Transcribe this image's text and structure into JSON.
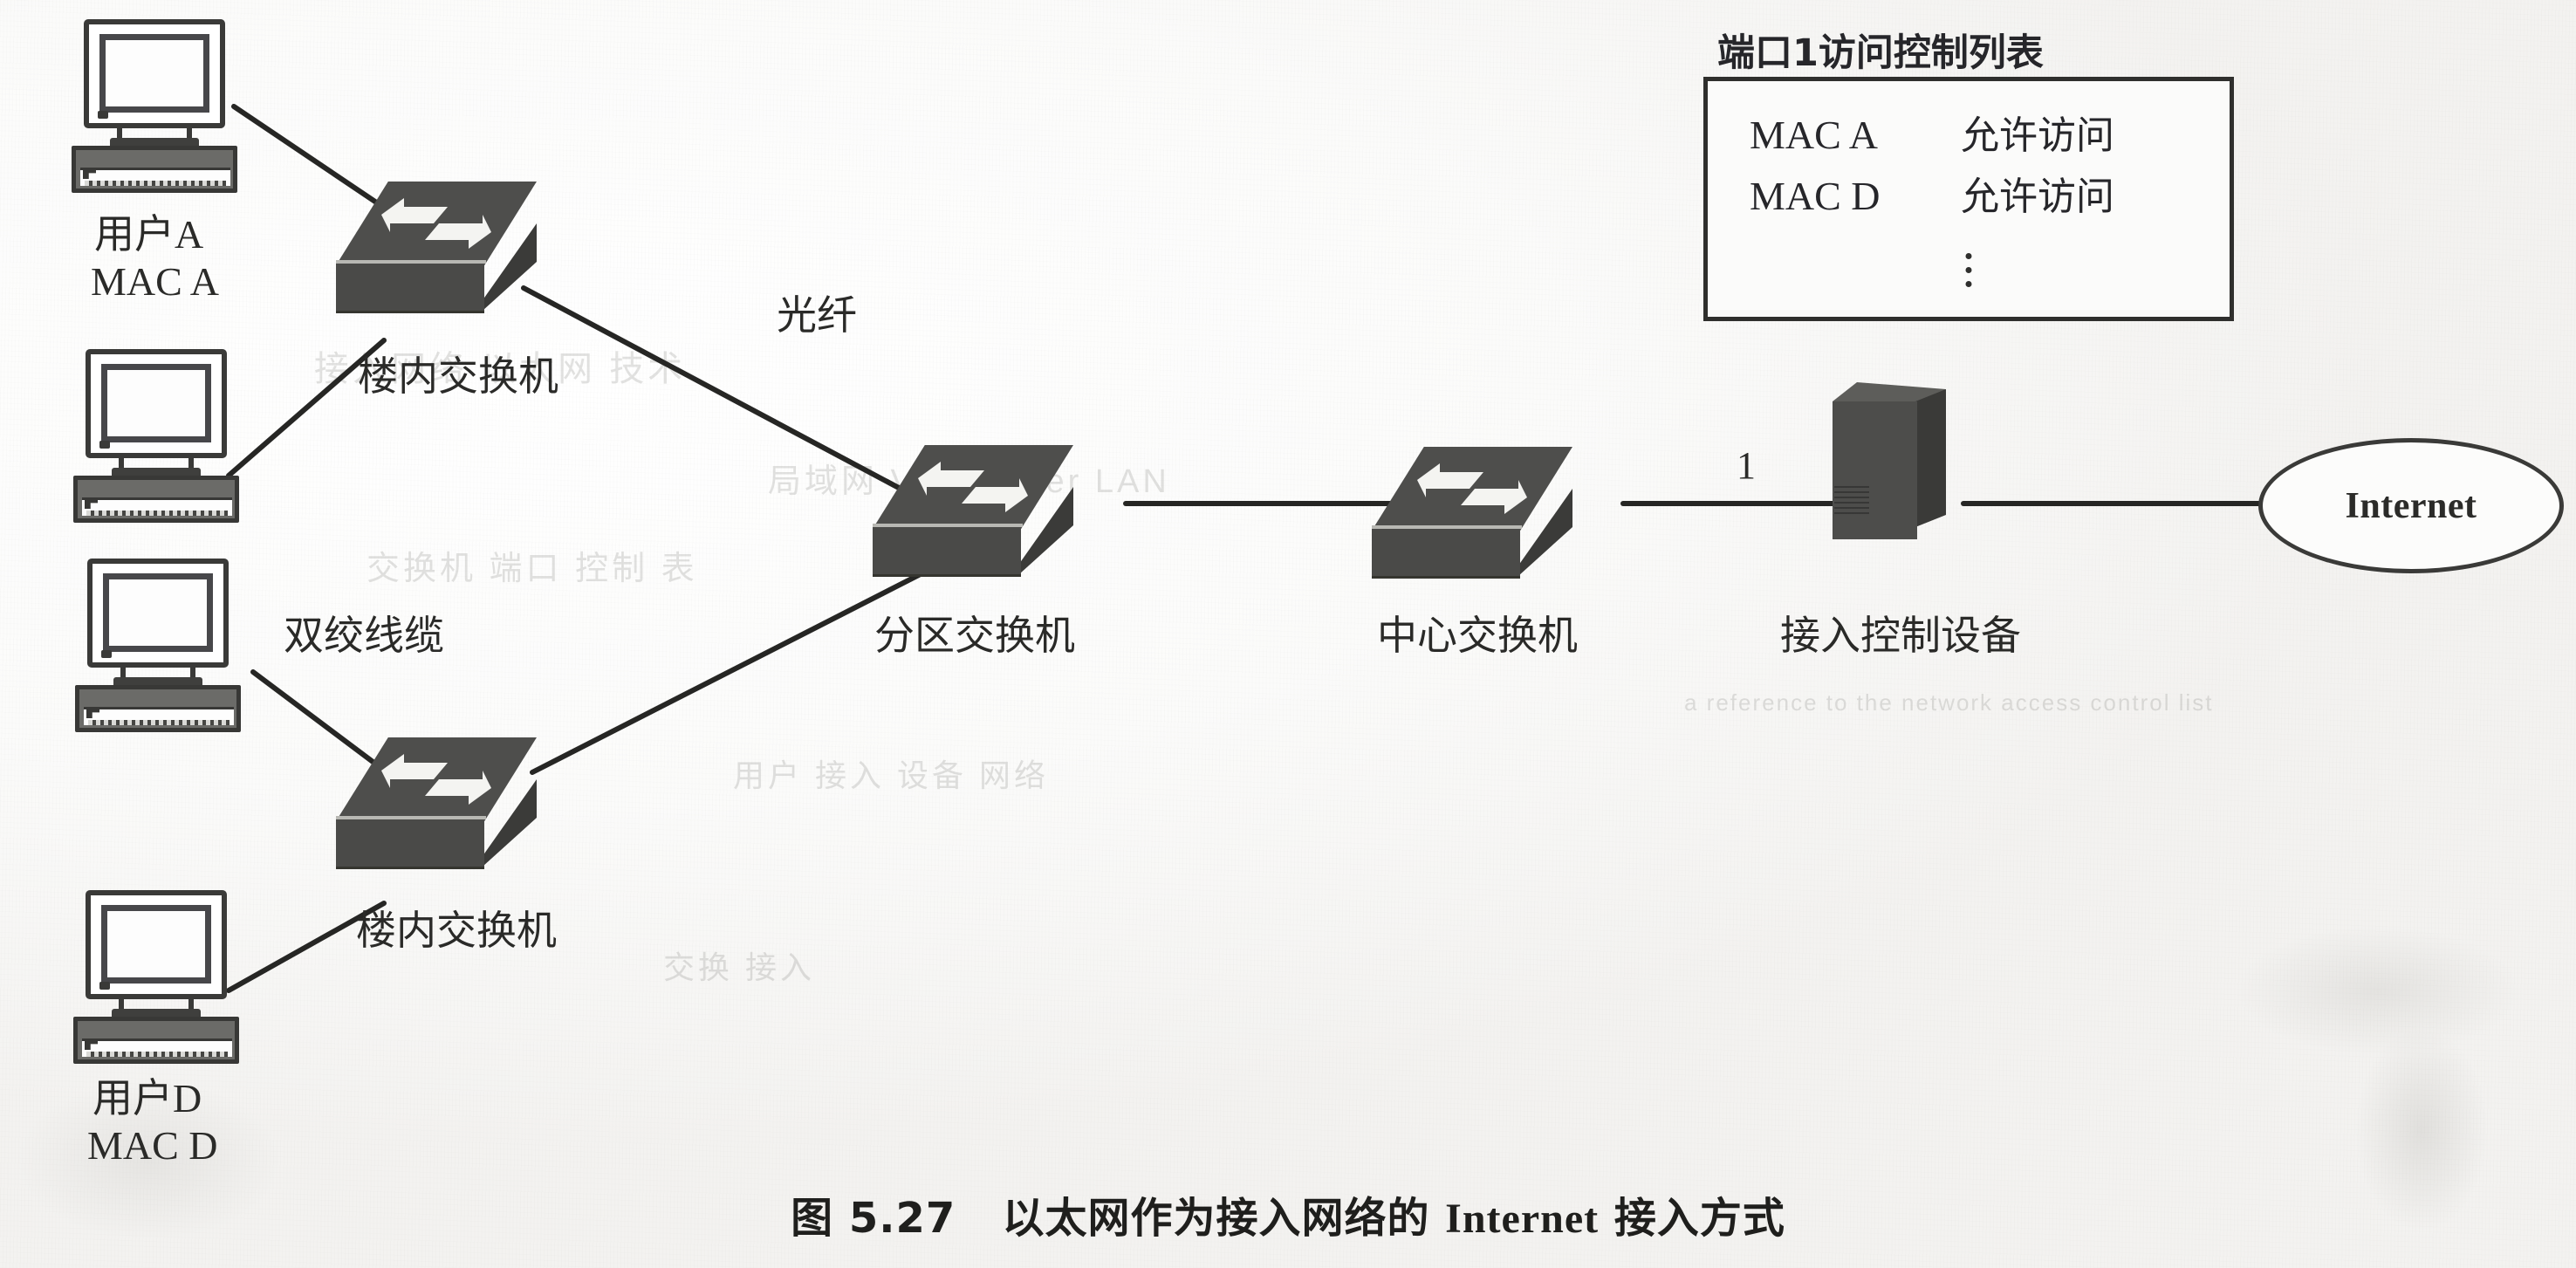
{
  "figure": {
    "caption_number": "图 5.27",
    "caption_text_cn_1": "以太网作为接入网络的",
    "caption_text_en": "Internet",
    "caption_text_cn_2": "接入方式",
    "caption_full": "图 5.27  以太网作为接入网络的 Internet 接入方式"
  },
  "acl": {
    "title": "端口1访问控制列表",
    "rows": [
      {
        "mac": "MAC A",
        "action": "允许访问"
      },
      {
        "mac": "MAC D",
        "action": "允许访问"
      }
    ],
    "continuation": "⋮"
  },
  "hosts": [
    {
      "id": "user-a",
      "user_label": "用户A",
      "mac_label": "MAC A"
    },
    {
      "id": "host-2",
      "user_label": "",
      "mac_label": ""
    },
    {
      "id": "host-3",
      "user_label": "",
      "mac_label": ""
    },
    {
      "id": "user-d",
      "user_label": "用户D",
      "mac_label": "MAC D"
    }
  ],
  "devices": {
    "building_switch_top": "楼内交换机",
    "building_switch_bottom": "楼内交换机",
    "zone_switch": "分区交换机",
    "center_switch": "中心交换机",
    "access_control_device": "接入控制设备",
    "internet": "Internet"
  },
  "links": {
    "fiber_label": "光纤",
    "twisted_pair_label": "双绞线缆",
    "port_number": "1"
  },
  "colors": {
    "device_body": "#4d4d4b",
    "device_top": "#5d5d5a",
    "device_side": "#3a3a38",
    "line": "#262624",
    "text": "#26262a",
    "paper": "#f6f5f3"
  }
}
